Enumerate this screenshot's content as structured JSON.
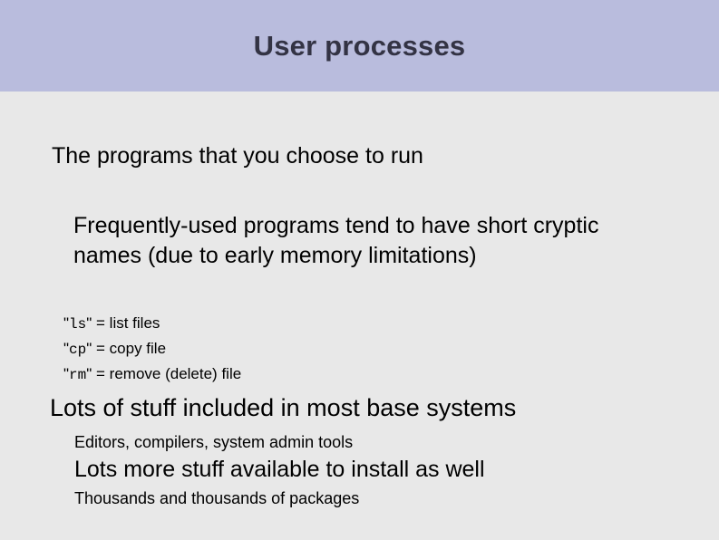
{
  "slide": {
    "title": "User processes",
    "title_bg": "#b9bcdd",
    "body_bg": "#e8e8e8",
    "bullets": {
      "programs_line": "The programs that you choose to run",
      "frequent_line": "Frequently-used programs tend to have short cryptic names (due to early memory limitations)",
      "commands": [
        {
          "quote_open": "\"",
          "cmd": "ls",
          "quote_close": "\"",
          "desc": " = list files"
        },
        {
          "quote_open": "\"",
          "cmd": "cp",
          "quote_close": "\"",
          "desc": " = copy file"
        },
        {
          "quote_open": "\"",
          "cmd": "rm",
          "quote_close": "\"",
          "desc": " = remove (delete) file"
        }
      ],
      "lots_line": "Lots of stuff included in most base systems",
      "editors_line": "Editors, compilers, system admin tools",
      "more_line": "Lots more stuff available to install as well",
      "thousands_line": "Thousands and thousands of packages"
    }
  }
}
